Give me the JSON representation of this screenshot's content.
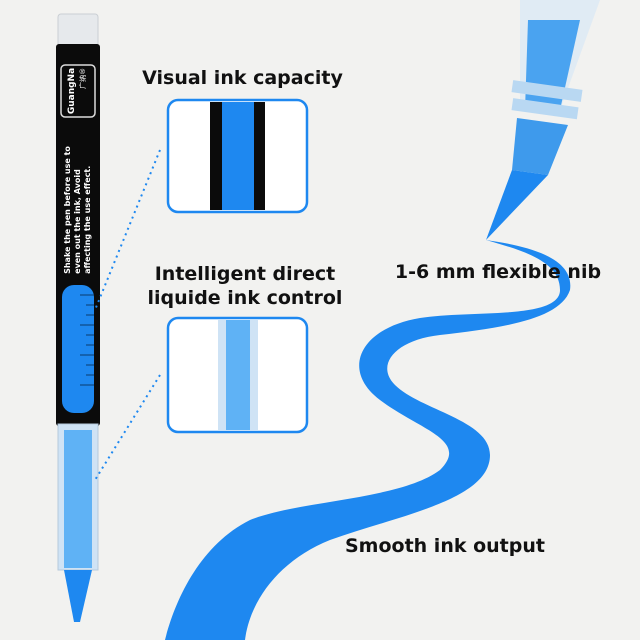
{
  "brand": {
    "name": "GuangNa",
    "mark": "广纳®"
  },
  "pen_instruction": [
    "Shake the pen before use to",
    "even out the ink, Avoid",
    "affecting the use effect."
  ],
  "callouts": {
    "capacity": "Visual ink capacity",
    "control_line1": "Intelligent direct",
    "control_line2": "liquide ink control",
    "nib": "1-6 mm flexible nib",
    "output": "Smooth ink output"
  },
  "colors": {
    "ink": "#1e88f0",
    "light_ink": "#5fb2f5",
    "body": "#0b0b0b",
    "background": "#f2f2f0"
  }
}
